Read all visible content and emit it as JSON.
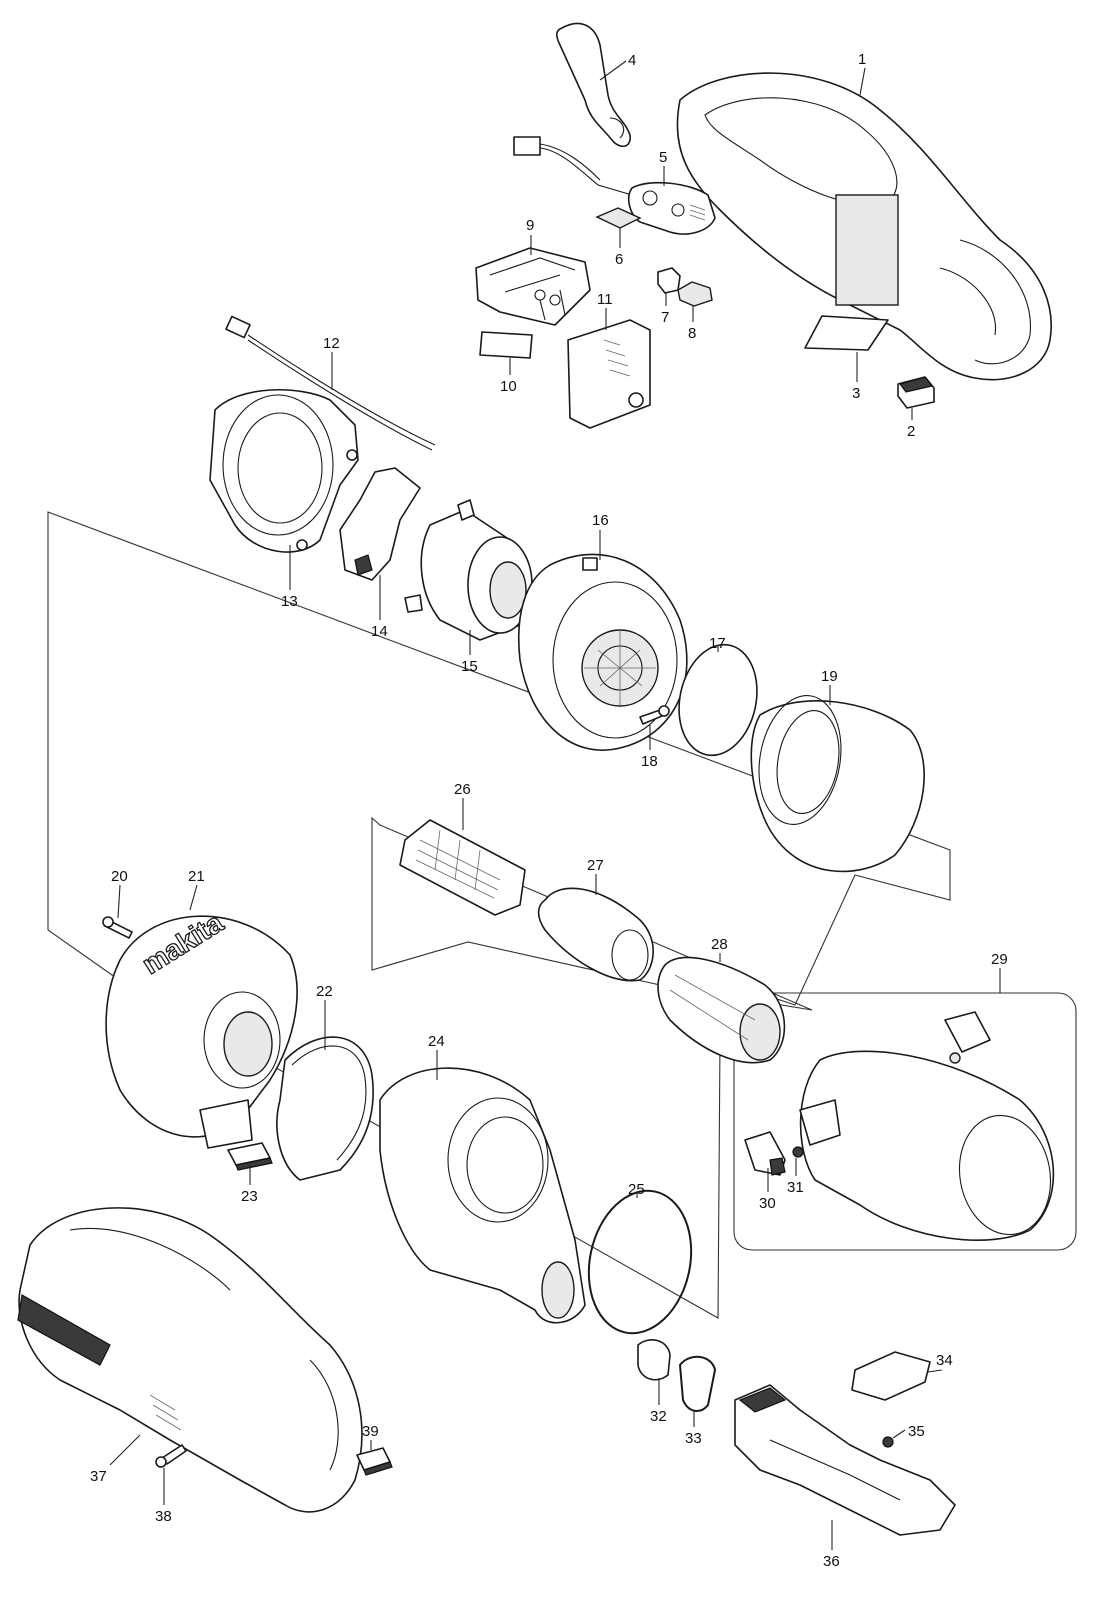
{
  "diagram": {
    "brand_text": "makita",
    "callouts": [
      "1",
      "2",
      "3",
      "4",
      "5",
      "6",
      "7",
      "8",
      "9",
      "10",
      "11",
      "12",
      "13",
      "14",
      "15",
      "16",
      "17",
      "18",
      "19",
      "20",
      "21",
      "22",
      "23",
      "24",
      "25",
      "26",
      "27",
      "28",
      "29",
      "30",
      "31",
      "32",
      "33",
      "34",
      "35",
      "36",
      "37",
      "38",
      "39"
    ]
  }
}
